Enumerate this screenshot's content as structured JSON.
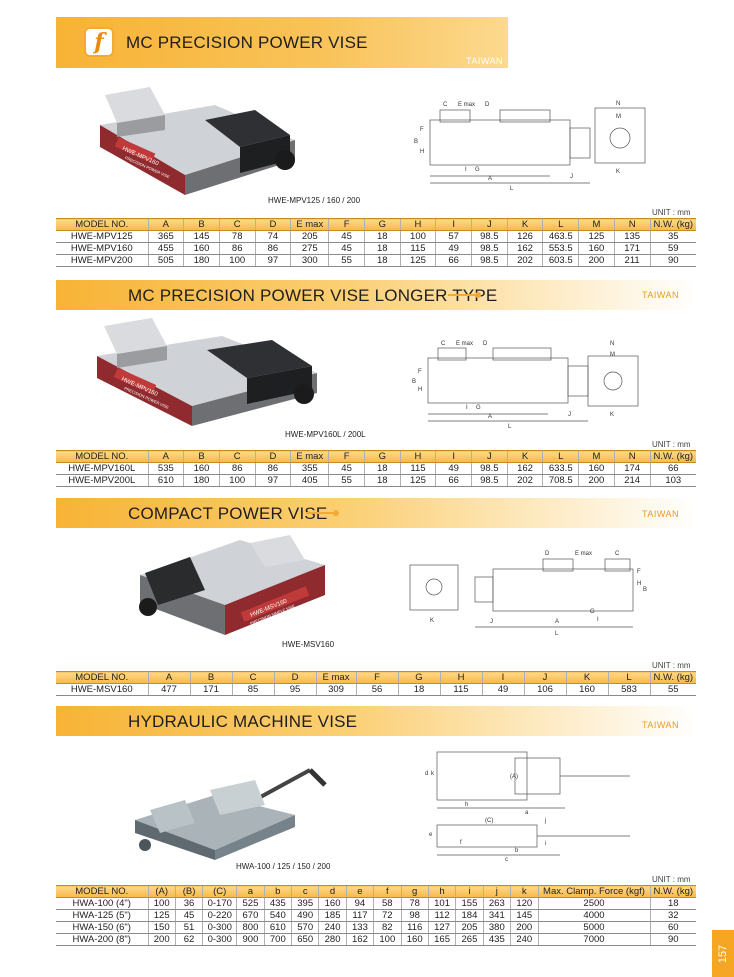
{
  "sections": [
    {
      "title": "MC PRECISION POWER VISE",
      "region": "TAIWAN",
      "caption": "HWE-MPV125 / 160 / 200",
      "unit": "UNIT : mm",
      "headers": [
        "MODEL NO.",
        "A",
        "B",
        "C",
        "D",
        "E max",
        "F",
        "G",
        "H",
        "I",
        "J",
        "K",
        "L",
        "M",
        "N",
        "N.W. (kg)"
      ],
      "rows": [
        [
          "HWE-MPV125",
          "365",
          "145",
          "78",
          "74",
          "205",
          "45",
          "18",
          "100",
          "57",
          "98.5",
          "126",
          "463.5",
          "125",
          "135",
          "35"
        ],
        [
          "HWE-MPV160",
          "455",
          "160",
          "86",
          "86",
          "275",
          "45",
          "18",
          "115",
          "49",
          "98.5",
          "162",
          "553.5",
          "160",
          "171",
          "59"
        ],
        [
          "HWE-MPV200",
          "505",
          "180",
          "100",
          "97",
          "300",
          "55",
          "18",
          "125",
          "66",
          "98.5",
          "202",
          "603.5",
          "200",
          "211",
          "90"
        ]
      ]
    },
    {
      "title": "MC PRECISION POWER VISE LONGER TYPE",
      "region": "TAIWAN",
      "caption": "HWE-MPV160L / 200L",
      "unit": "UNIT : mm",
      "headers": [
        "MODEL NO.",
        "A",
        "B",
        "C",
        "D",
        "E max",
        "F",
        "G",
        "H",
        "I",
        "J",
        "K",
        "L",
        "M",
        "N",
        "N.W. (kg)"
      ],
      "rows": [
        [
          "HWE-MPV160L",
          "535",
          "160",
          "86",
          "86",
          "355",
          "45",
          "18",
          "115",
          "49",
          "98.5",
          "162",
          "633.5",
          "160",
          "174",
          "66"
        ],
        [
          "HWE-MPV200L",
          "610",
          "180",
          "100",
          "97",
          "405",
          "55",
          "18",
          "125",
          "66",
          "98.5",
          "202",
          "708.5",
          "200",
          "214",
          "103"
        ]
      ]
    },
    {
      "title": "COMPACT POWER VISE",
      "region": "TAIWAN",
      "caption": "HWE-MSV160",
      "unit": "UNIT : mm",
      "headers": [
        "MODEL NO.",
        "A",
        "B",
        "C",
        "D",
        "E max",
        "F",
        "G",
        "H",
        "I",
        "J",
        "K",
        "L",
        "N.W. (kg)"
      ],
      "rows": [
        [
          "HWE-MSV160",
          "477",
          "171",
          "85",
          "95",
          "309",
          "56",
          "18",
          "115",
          "49",
          "106",
          "160",
          "583",
          "55"
        ]
      ]
    },
    {
      "title": "HYDRAULIC MACHINE VISE",
      "region": "TAIWAN",
      "caption": "HWA-100 / 125 / 150 / 200",
      "unit": "UNIT : mm",
      "headers": [
        "MODEL NO.",
        "(A)",
        "(B)",
        "(C)",
        "a",
        "b",
        "c",
        "d",
        "e",
        "f",
        "g",
        "h",
        "i",
        "j",
        "k",
        "Max. Clamp. Force (kgf)",
        "N.W. (kg)"
      ],
      "rows": [
        [
          "HWA-100 (4\")",
          "100",
          "36",
          "0-170",
          "525",
          "435",
          "395",
          "160",
          "94",
          "58",
          "78",
          "101",
          "155",
          "263",
          "120",
          "2500",
          "18"
        ],
        [
          "HWA-125 (5\")",
          "125",
          "45",
          "0-220",
          "670",
          "540",
          "490",
          "185",
          "117",
          "72",
          "98",
          "112",
          "184",
          "341",
          "145",
          "4000",
          "32"
        ],
        [
          "HWA-150 (6\")",
          "150",
          "51",
          "0-300",
          "800",
          "610",
          "570",
          "240",
          "133",
          "82",
          "116",
          "127",
          "205",
          "380",
          "200",
          "5000",
          "60"
        ],
        [
          "HWA-200 (8\")",
          "200",
          "62",
          "0-300",
          "900",
          "700",
          "650",
          "280",
          "162",
          "100",
          "160",
          "165",
          "265",
          "435",
          "240",
          "7000",
          "90"
        ]
      ]
    }
  ],
  "vise_labels": {
    "s1": "HWE-MPV160",
    "s1b": "PRECISION POWER VISE",
    "s2": "HWE-MPV160",
    "s2b": "PRECISION POWER VISE",
    "s3": "HWE-MSV160",
    "s3b": "PRECISION SIMPLE VISE"
  },
  "page_number": "157",
  "logo_glyph": "f",
  "drawing_labels": {
    "d1": [
      "C",
      "E max",
      "D",
      "F",
      "B",
      "H",
      "G",
      "I",
      "A",
      "J",
      "L",
      "N",
      "M",
      "K"
    ],
    "d2": [
      "C",
      "E max",
      "D",
      "F",
      "B",
      "H",
      "G",
      "I",
      "A",
      "J",
      "L",
      "N",
      "M",
      "K"
    ],
    "d3": [
      "D",
      "E max",
      "C",
      "F",
      "H",
      "B",
      "G",
      "I",
      "A",
      "J",
      "L",
      "K"
    ],
    "d4": [
      "d",
      "k",
      "(A)",
      "h",
      "a",
      "(C)",
      "j",
      "e",
      "i",
      "b",
      "c",
      "f"
    ]
  }
}
